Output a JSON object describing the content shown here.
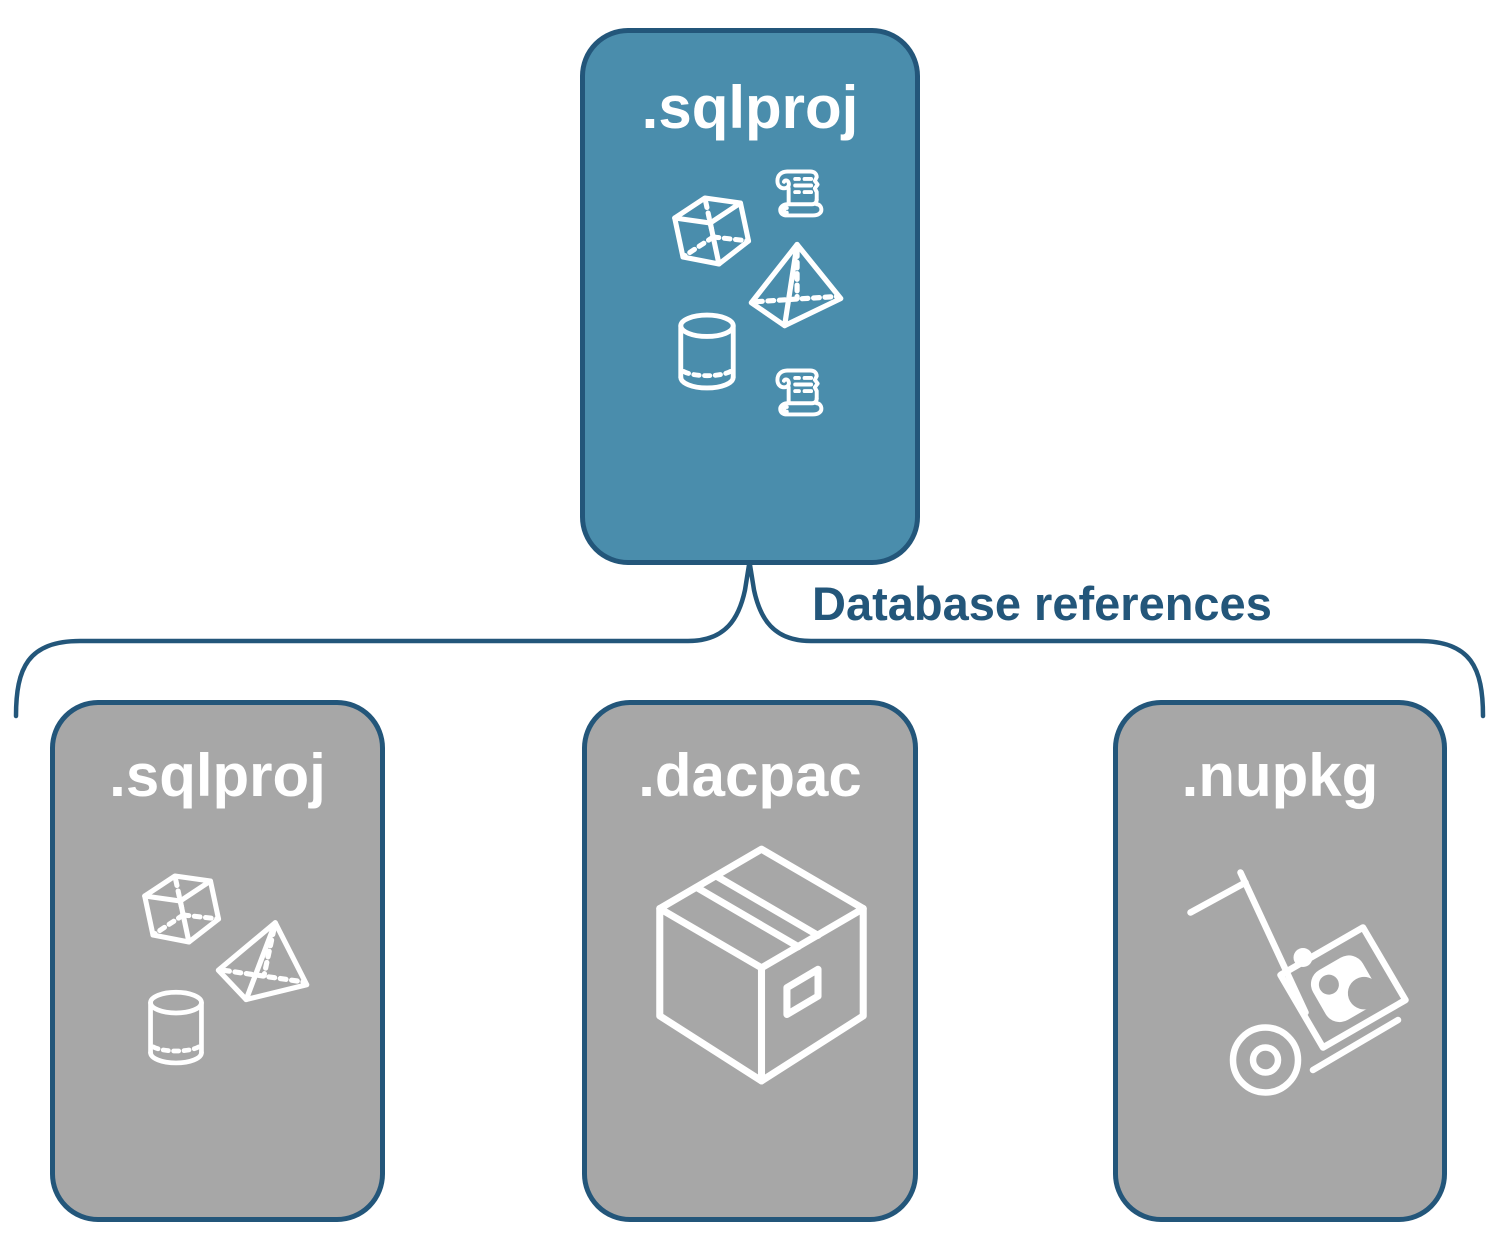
{
  "diagram": {
    "top_node": {
      "title": ".sqlproj",
      "icons": [
        "cube-icon",
        "scroll-icon",
        "pyramid-icon",
        "cylinder-icon",
        "scroll-icon"
      ]
    },
    "connector_label": "Database references",
    "child_nodes": [
      {
        "title": ".sqlproj",
        "icons": [
          "cube-icon",
          "pyramid-icon",
          "cylinder-icon"
        ]
      },
      {
        "title": ".dacpac",
        "icons": [
          "package-box-icon"
        ]
      },
      {
        "title": ".nupkg",
        "icons": [
          "nuget-handtruck-icon"
        ]
      }
    ],
    "colors": {
      "accent": "#23567a",
      "top_fill": "#4a8dac",
      "child_fill": "#a7a7a7",
      "icon": "#ffffff"
    }
  }
}
